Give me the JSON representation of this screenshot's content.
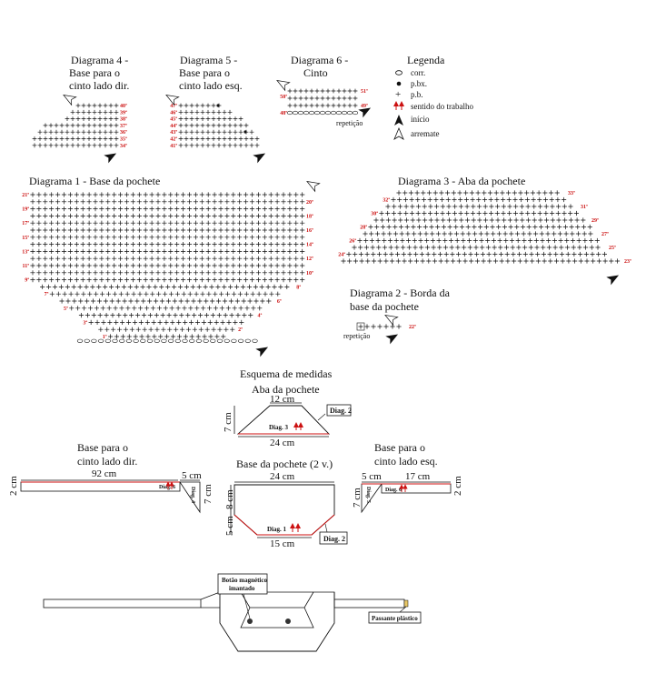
{
  "diagrams": {
    "d4": {
      "title": [
        "Diagrama 4 -",
        "Base para o",
        "cinto lado dir."
      ],
      "rows": [
        "40ª",
        "39ª",
        "38ª",
        "37ª",
        "36ª",
        "35ª",
        "34ª"
      ]
    },
    "d5": {
      "title": [
        "Diagrama 5 -",
        "Base para o",
        "cinto lado esq."
      ],
      "rows": [
        "47ª",
        "46ª",
        "45ª",
        "44ª",
        "43ª",
        "42ª",
        "41ª"
      ]
    },
    "d6": {
      "title": [
        "Diagrama 6 -",
        "Cinto"
      ],
      "rows": [
        "51ª",
        "50ª",
        "49ª",
        "48ª"
      ],
      "repeat": "repetição"
    },
    "d1": {
      "title": "Diagrama 1 - Base da pochete",
      "rows_left": [
        "21ª",
        "19ª",
        "17ª",
        "15ª",
        "13ª",
        "11ª",
        "9ª",
        "7ª",
        "5ª",
        "3ª",
        "1ª"
      ],
      "rows_right": [
        "20ª",
        "18ª",
        "16ª",
        "14ª",
        "12ª",
        "10ª",
        "8ª",
        "6ª",
        "4ª",
        "2ª"
      ]
    },
    "d3": {
      "title": "Diagrama 3 - Aba da pochete",
      "rows_left": [
        "32ª",
        "30ª",
        "28ª",
        "26ª",
        "24ª"
      ],
      "rows_right": [
        "33ª",
        "31ª",
        "29ª",
        "27ª",
        "25ª",
        "23ª"
      ]
    },
    "d2": {
      "title": [
        "Diagrama 2 - Borda da",
        "base da pochete"
      ],
      "row": "22ª",
      "repeat": "repetição"
    }
  },
  "legend": {
    "title": "Legenda",
    "items": [
      {
        "icon": "chain-stitch-icon",
        "label": "corr."
      },
      {
        "icon": "slip-stitch-icon",
        "label": "p.bx."
      },
      {
        "icon": "single-crochet-icon",
        "label": "p.b."
      },
      {
        "icon": "work-direction-arrows-icon",
        "label": "sentido do trabalho"
      },
      {
        "icon": "start-arrow-icon",
        "label": "início"
      },
      {
        "icon": "finish-arrow-icon",
        "label": "arremate"
      }
    ]
  },
  "measurements": {
    "title": "Esquema de medidas",
    "aba": {
      "title": "Aba da pochete",
      "top": "12 cm",
      "bottom": "24 cm",
      "height": "7 cm",
      "diag": "Diag. 3",
      "callout": "Diag. 2"
    },
    "base": {
      "title": "Base da pochete (2 v.)",
      "top": "24 cm",
      "bottom": "15 cm",
      "height1": "8 cm",
      "height2": "5 cm",
      "diag": "Diag. 1",
      "callout": "Diag. 2"
    },
    "right_strap": {
      "title": [
        "Base para o",
        "cinto lado dir."
      ],
      "length": "92 cm",
      "end": "5 cm",
      "height": "2 cm",
      "end_height": "7 cm",
      "diag6": "Diag. 6",
      "diag4": "Diag. 4"
    },
    "left_strap": {
      "title": [
        "Base para o",
        "cinto lado esq."
      ],
      "length": "17 cm",
      "end": "5 cm",
      "height": "2 cm",
      "end_height": "7 cm",
      "diag6": "Diag. 6",
      "diag5": "Diag. 5"
    }
  },
  "assembly": {
    "magnet_label": [
      "Botão magnético",
      "imantado"
    ],
    "buckle_label": "Passante plástico"
  }
}
